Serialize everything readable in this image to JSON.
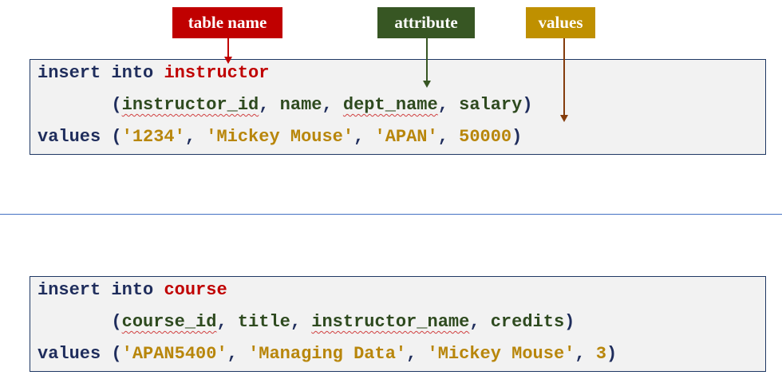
{
  "annotations": {
    "table_name": {
      "label": "table name",
      "color": "#c00000"
    },
    "attribute": {
      "label": "attribute",
      "color": "#375623"
    },
    "values": {
      "label": "values",
      "color": "#bf9000"
    }
  },
  "statement1": {
    "insert": "insert into ",
    "table": "instructor",
    "open_paren": "(",
    "attrs": [
      "instructor_id",
      "name",
      "dept_name",
      "salary"
    ],
    "values_kw": "values (",
    "vals": [
      "'1234'",
      "'Mickey Mouse'",
      "'APAN'",
      "50000"
    ],
    "close_paren": ")"
  },
  "statement2": {
    "insert": "insert into ",
    "table": "course",
    "open_paren": "(",
    "attrs": [
      "course_id",
      "title",
      "instructor_name",
      "credits"
    ],
    "values_kw": "values (",
    "vals": [
      "'APAN5400'",
      "'Managing Data'",
      "'Mickey Mouse'",
      "3"
    ],
    "close_paren": ")"
  },
  "separators": {
    "comma": ", "
  }
}
